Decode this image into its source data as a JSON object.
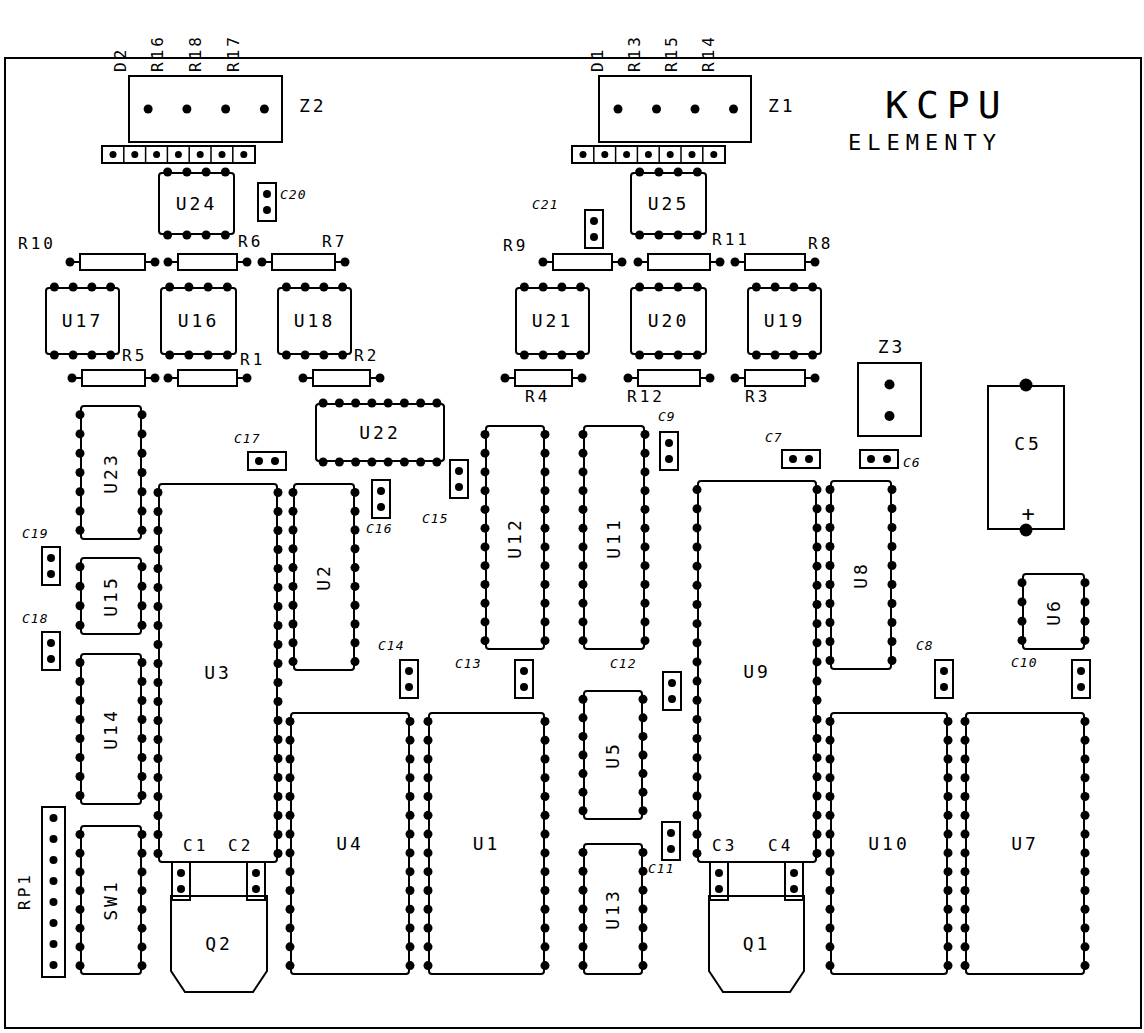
{
  "diagram": {
    "title": "KCPU",
    "nodes": [
      {
        "text": [
          "Z2"
        ]
      },
      {
        "text": [
          "Z1"
        ]
      },
      {
        "text": [
          "U24"
        ]
      },
      {
        "text": [
          "U25"
        ]
      },
      {
        "text": [
          "U17"
        ]
      },
      {
        "text": [
          "U16"
        ]
      },
      {
        "text": [
          "U18"
        ]
      },
      {
        "text": [
          "U21"
        ]
      },
      {
        "text": [
          "U20"
        ]
      },
      {
        "text": [
          "U19"
        ]
      },
      {
        "text": [
          "Z3"
        ]
      },
      {
        "text": [
          "U22"
        ]
      },
      {
        "text": [
          "U12"
        ]
      },
      {
        "text": [
          "U11"
        ]
      },
      {
        "text": [
          "C5",
          "+"
        ]
      },
      {
        "text": [
          "U23"
        ]
      },
      {
        "text": [
          "U3"
        ]
      },
      {
        "text": [
          "U2"
        ]
      },
      {
        "text": [
          "U9"
        ]
      },
      {
        "text": [
          "U8"
        ]
      },
      {
        "text": [
          "U15"
        ]
      },
      {
        "text": [
          "U6"
        ]
      },
      {
        "text": [
          "U14"
        ]
      },
      {
        "text": [
          "U4"
        ]
      },
      {
        "text": [
          "U1"
        ]
      },
      {
        "text": [
          "U5"
        ]
      },
      {
        "text": [
          "U10"
        ]
      },
      {
        "text": [
          "U7"
        ]
      },
      {
        "text": [
          "U13"
        ]
      },
      {
        "text": [
          "SW1"
        ]
      },
      {
        "text": [
          "Q2"
        ]
      },
      {
        "text": [
          "Q1"
        ]
      }
    ],
    "labels": [
      "ELEMENTY",
      "D2",
      "R16",
      "R18",
      "R17",
      "D1",
      "R13",
      "R15",
      "R14",
      "C20",
      "C21",
      "R10",
      "R6",
      "R7",
      "R9",
      "R11",
      "R8",
      "R5",
      "R1",
      "R2",
      "R4",
      "R12",
      "R3",
      "C17",
      "C16",
      "C15",
      "C9",
      "C7",
      "C6",
      "C19",
      "C18",
      "C14",
      "C13",
      "C12",
      "C8",
      "C10",
      "C11",
      "C1",
      "C2",
      "C3",
      "C4",
      "RP1"
    ]
  }
}
